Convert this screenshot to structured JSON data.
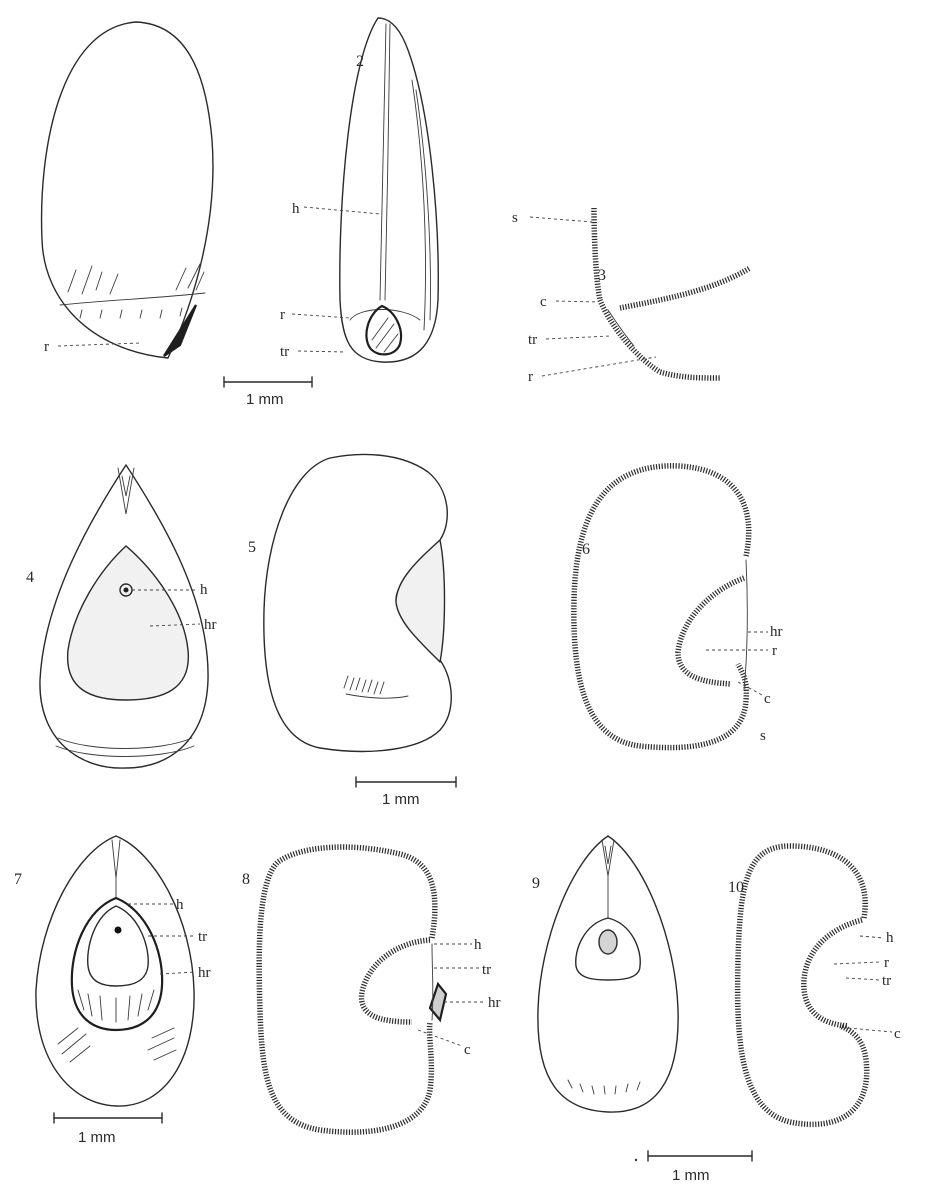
{
  "figures": {
    "f1": {
      "labels": [
        "r"
      ]
    },
    "f2": {
      "number": "2",
      "labels": [
        "h",
        "r",
        "tr"
      ]
    },
    "f3": {
      "number": "3",
      "labels": [
        "s",
        "c",
        "tr",
        "r"
      ]
    },
    "f4": {
      "number": "4",
      "labels": [
        "h",
        "hr"
      ]
    },
    "f5": {
      "number": "5"
    },
    "f6": {
      "number": "6",
      "labels": [
        "hr",
        "r",
        "c",
        "s"
      ]
    },
    "f7": {
      "number": "7",
      "labels": [
        "h",
        "tr",
        "hr"
      ]
    },
    "f8": {
      "number": "8",
      "labels": [
        "h",
        "tr",
        "hr",
        "c"
      ]
    },
    "f9": {
      "number": "9"
    },
    "f10": {
      "number": "10",
      "labels": [
        "h",
        "r",
        "tr",
        "c"
      ]
    }
  },
  "scale_bars": [
    "1 mm",
    "1 mm",
    "1 mm",
    "1 mm"
  ]
}
